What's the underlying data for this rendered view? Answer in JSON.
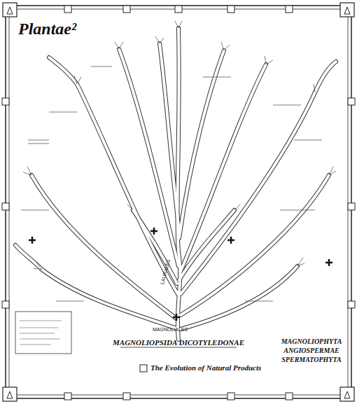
{
  "diagram": {
    "title": "Plantae²",
    "labels": [
      "MAGNOLIOPSIDA DICOTYLEDONAE",
      "MAGNOLIOPHYTA",
      "ANGIOSPERMAE",
      "SPERMATOPHYTA",
      "The Evolution of Natural Products",
      "MAGNOLIALES",
      "LAURALES"
    ]
  }
}
